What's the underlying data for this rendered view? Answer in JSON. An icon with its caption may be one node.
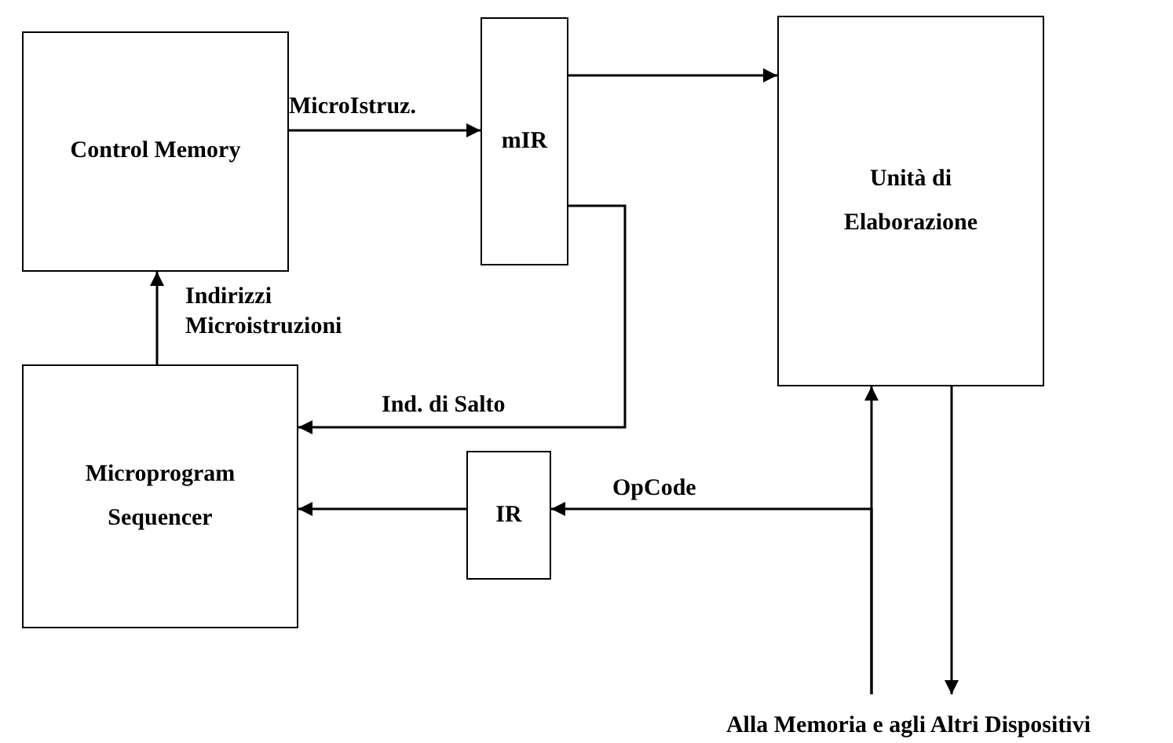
{
  "diagram": {
    "nodes": [
      {
        "text": [
          "Control Memory"
        ]
      },
      {
        "text": [
          "mIR"
        ]
      },
      {
        "text": [
          "Unità di Elaborazione"
        ]
      },
      {
        "text": [
          "Microprogram Sequencer"
        ]
      },
      {
        "text": [
          "IR"
        ]
      },
      {
        "text": [
          "Alla Memoria e agli Altri Dispositivi"
        ]
      }
    ],
    "edges": [
      {
        "from": 0,
        "to": 1,
        "arrow": "to",
        "label": "MicroIstruz."
      },
      {
        "from": 1,
        "to": 2,
        "arrow": "to"
      },
      {
        "from": 3,
        "to": 0,
        "arrow": "to",
        "label": "Indirizzi Microistruzioni"
      },
      {
        "from": 1,
        "to": 3,
        "arrow": "to",
        "label": "Ind. di Salto"
      },
      {
        "from": 4,
        "to": 3,
        "arrow": "to"
      },
      {
        "from": 5,
        "to": 4,
        "arrow": "to",
        "label": "OpCode"
      },
      {
        "from": 5,
        "to": 2,
        "arrow": "to"
      },
      {
        "from": 2,
        "to": 5,
        "arrow": "to"
      }
    ]
  }
}
